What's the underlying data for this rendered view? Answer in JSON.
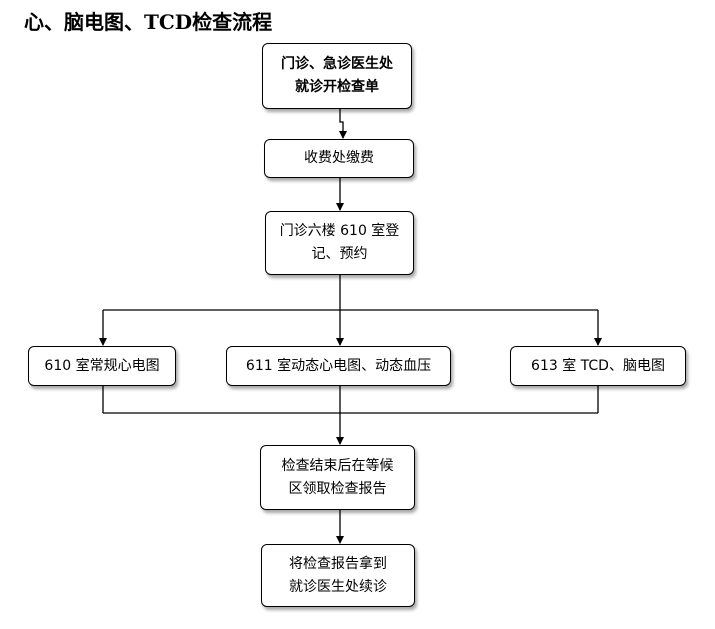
{
  "title": "心、脑电图、TCD检查流程",
  "nodes": {
    "doctor": {
      "line1": "门诊、急诊医生处",
      "line2": "就诊开检查单"
    },
    "payment": {
      "label": "收费处缴费"
    },
    "registration": {
      "line1": "门诊六楼 610 室登",
      "line2": "记、预约"
    },
    "ecg": {
      "label": "610 室常规心电图"
    },
    "holter": {
      "label": "611 室动态心电图、动态血压"
    },
    "tcd": {
      "label": "613 室 TCD、脑电图"
    },
    "collect": {
      "line1": "检查结束后在等候",
      "line2": "区领取检查报告"
    },
    "followup": {
      "line1": "将检查报告拿到",
      "line2": "就诊医生处续诊"
    }
  }
}
